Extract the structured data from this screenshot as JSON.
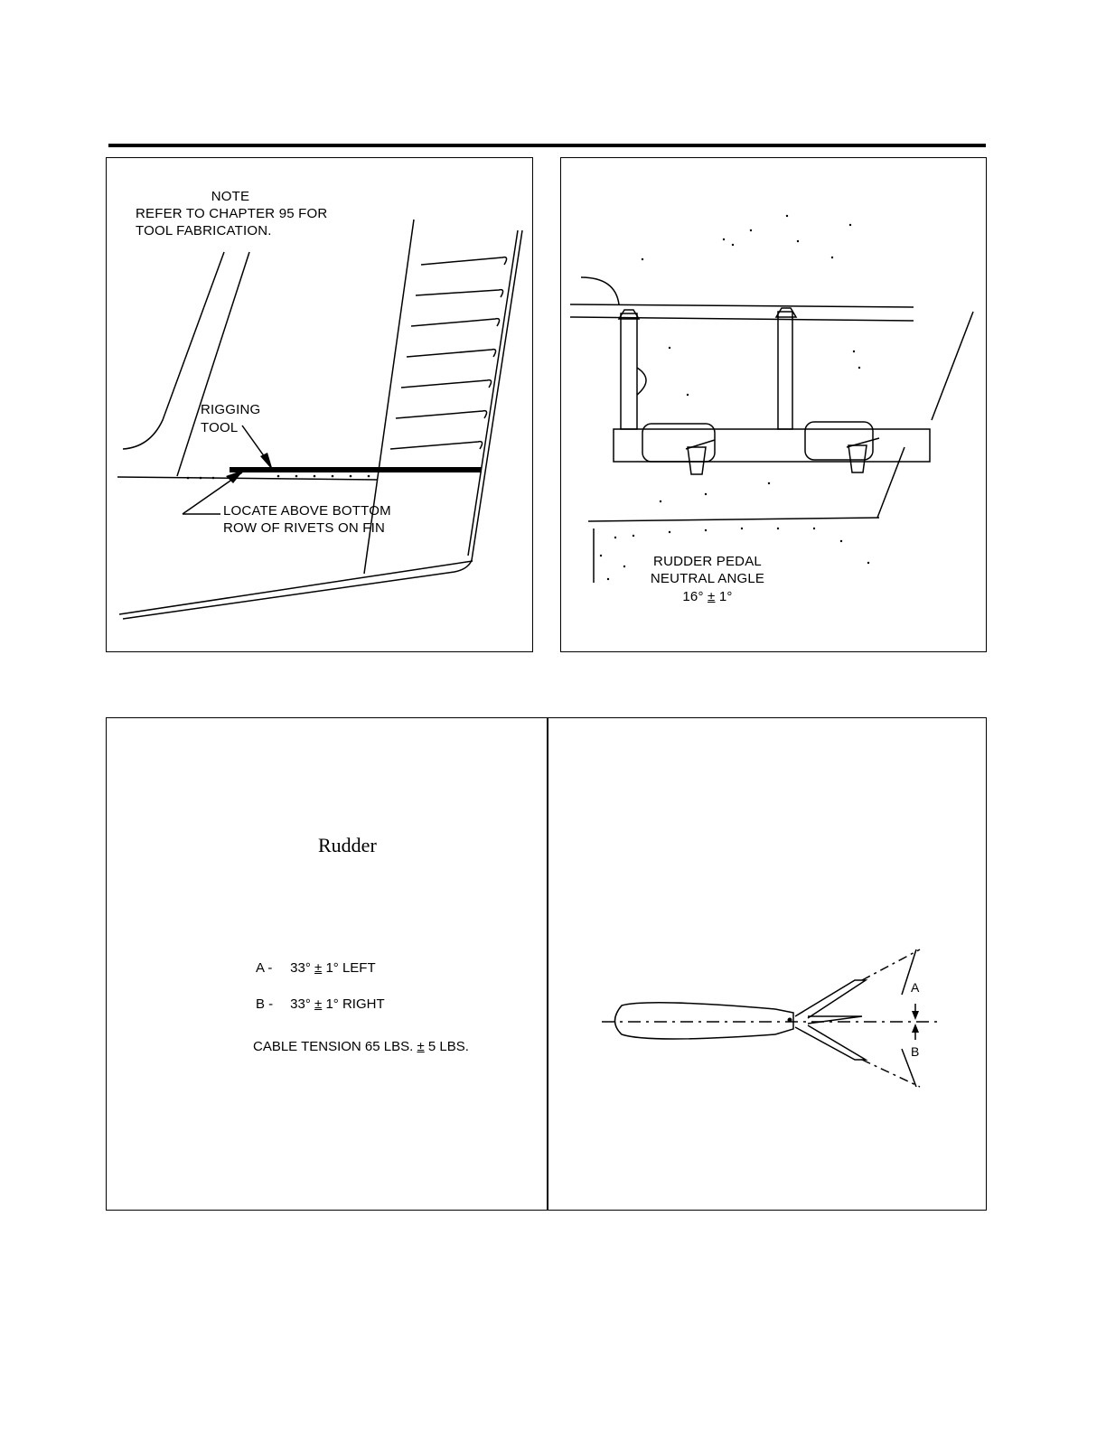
{
  "fin_figure": {
    "note_heading": "NOTE",
    "note_line1": "REFER TO CHAPTER 95 FOR",
    "note_line2": "TOOL FABRICATION.",
    "tool_line1": "RIGGING",
    "tool_line2": "TOOL",
    "locate_line1": "LOCATE ABOVE BOTTOM",
    "locate_line2": "ROW OF RIVETS ON FIN"
  },
  "pedal_figure": {
    "line1": "RUDDER PEDAL",
    "line2": "NEUTRAL ANGLE",
    "angle_value": "16°",
    "pm_symbol": "±",
    "tolerance": "1°"
  },
  "rudder_table": {
    "title": "Rudder",
    "spec_a_key": "A -",
    "spec_a_value": "33°",
    "spec_a_pm": "±",
    "spec_a_rest": "1° LEFT",
    "spec_b_key": "B -",
    "spec_b_value": "33°",
    "spec_b_pm": "±",
    "spec_b_rest": "1° RIGHT",
    "cable_prefix": "CABLE TENSION 65 LBS.",
    "cable_pm": "±",
    "cable_rest": "5 LBS.",
    "label_a": "A",
    "label_b": "B"
  }
}
